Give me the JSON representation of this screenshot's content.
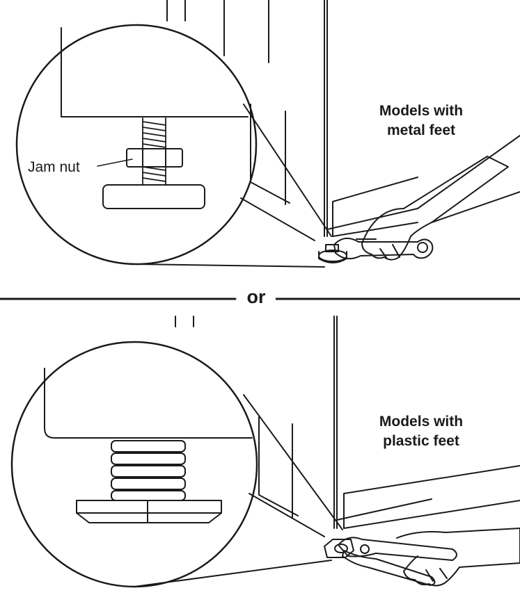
{
  "labels": {
    "metal_line1": "Models with",
    "metal_line2": "metal feet",
    "plastic_line1": "Models with",
    "plastic_line2": "plastic feet",
    "jam_nut": "Jam nut",
    "separator": "or"
  },
  "icons": [
    "washer-cabinet-icon",
    "metal-leveling-foot-icon",
    "jam-nut-icon",
    "wrench-icon",
    "hand-icon",
    "plastic-leveling-foot-icon",
    "pliers-icon"
  ],
  "colors": {
    "line": "#1a1a1a",
    "background": "#ffffff"
  }
}
